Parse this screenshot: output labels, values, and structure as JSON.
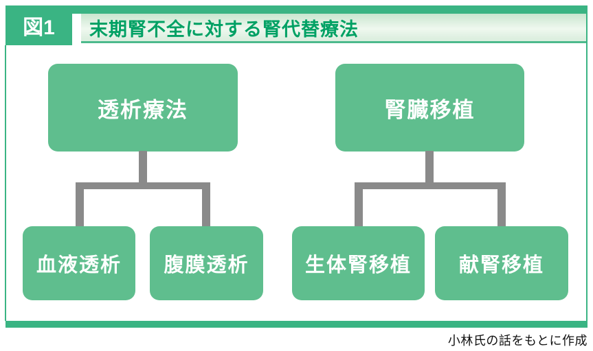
{
  "figure": {
    "label": "図1",
    "title": "末期腎不全に対する腎代替療法",
    "source_caption": "小林氏の話をもとに作成"
  },
  "diagram": {
    "type": "tree",
    "trees": [
      {
        "root": "透析療法",
        "children": [
          "血液透析",
          "腹膜透析"
        ]
      },
      {
        "root": "腎臓移植",
        "children": [
          "生体腎移植",
          "献腎移植"
        ]
      }
    ]
  },
  "colors": {
    "frame_green": "#3ab483",
    "node_green": "#5fbe8e",
    "title_green": "#00a164",
    "underline_green": "#4cb98c",
    "connector_gray": "#8a8a8a"
  }
}
